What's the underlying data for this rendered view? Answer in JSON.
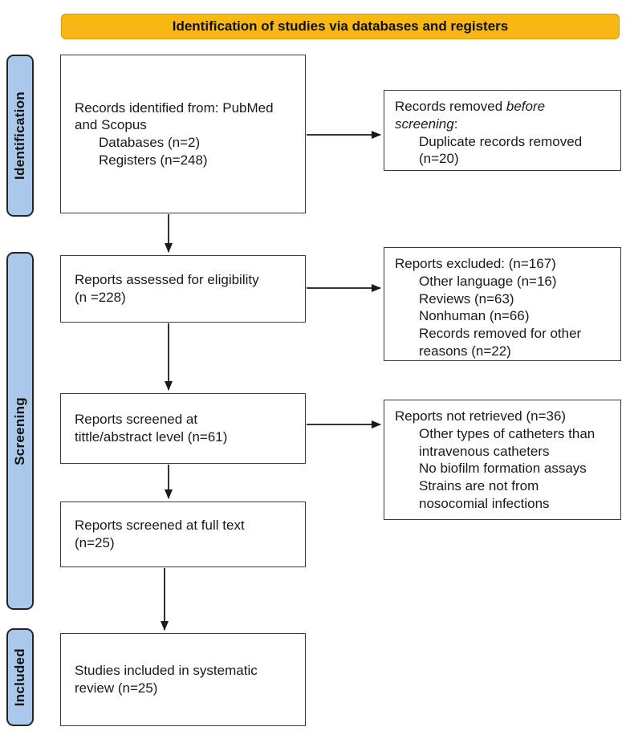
{
  "header": {
    "title": "Identification of studies via databases and registers"
  },
  "sidebar": {
    "items": [
      {
        "label": "Identification"
      },
      {
        "label": "Screening"
      },
      {
        "label": "Included"
      }
    ]
  },
  "flow": {
    "records_identified": {
      "line1": "Records identified from: PubMed\nand Scopus",
      "items": [
        "Databases (n=2)",
        "Registers (n=248)"
      ]
    },
    "reports_assessed": {
      "text": "Reports assessed for eligibility\n(n =228)"
    },
    "reports_screened_title_abstract": {
      "text": "Reports screened at\ntittle/abstract level (n=61)"
    },
    "reports_screened_full_text": {
      "text": "Reports screened at full text\n(n=25)"
    },
    "studies_included": {
      "text": "Studies included in systematic\nreview (n=25)"
    }
  },
  "side_boxes": {
    "records_removed": {
      "title_prefix": "Records removed ",
      "title_italic": "before\nscreening",
      "title_suffix": ":",
      "items": [
        "Duplicate records removed\n(n=20)"
      ]
    },
    "reports_excluded": {
      "title": "Reports excluded: (n=167)",
      "items": [
        "Other language (n=16)",
        "Reviews (n=63)",
        "Nonhuman (n=66)",
        "Records removed for other\nreasons (n=22)"
      ]
    },
    "reports_not_retrieved": {
      "title": "Reports not retrieved (n=36)",
      "items": [
        "Other types of catheters than\nintravenous catheters",
        "No biofilm formation assays",
        "Strains are not from\nnosocomial infections"
      ]
    }
  },
  "colors": {
    "banner_bg": "#F9B716",
    "banner_border": "#D99B0A",
    "stage_bg": "#A9C8EA",
    "stage_border": "#252525",
    "box_border": "#3B3B3B",
    "arrow": "#1A1A1A"
  }
}
